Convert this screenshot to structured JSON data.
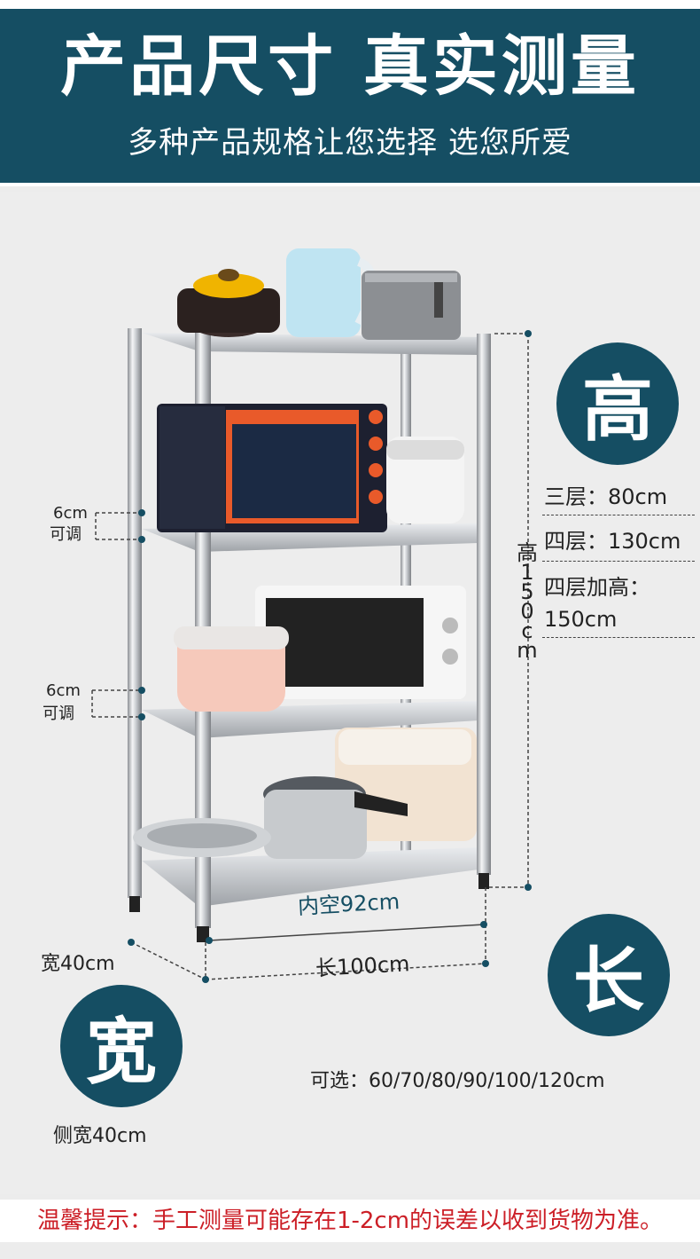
{
  "header": {
    "title": "产品尺寸 真实测量",
    "subtitle": "多种产品规格让您选择 选您所爱"
  },
  "dimensions": {
    "height_char": "高",
    "length_char": "长",
    "width_char": "宽",
    "height_specs": [
      "三层：80cm",
      "四层：130cm",
      "四层加高：",
      "150cm"
    ],
    "height_total": [
      "高",
      "1",
      "5",
      "0",
      "c",
      "m"
    ],
    "inner_width": "内空92cm",
    "length": "长100cm",
    "width": "宽40cm",
    "side_width": "侧宽40cm",
    "adjust_top": {
      "size": "6cm",
      "label": "可调"
    },
    "adjust_mid": {
      "size": "6cm",
      "label": "可调"
    },
    "options": "可选：60/70/80/90/100/120cm"
  },
  "footer": {
    "tip": "温馨提示：手工测量可能存在1-2cm的误差以收到货物为准。"
  },
  "colors": {
    "brand": "#154e63",
    "tip_red": "#cc1f27"
  }
}
